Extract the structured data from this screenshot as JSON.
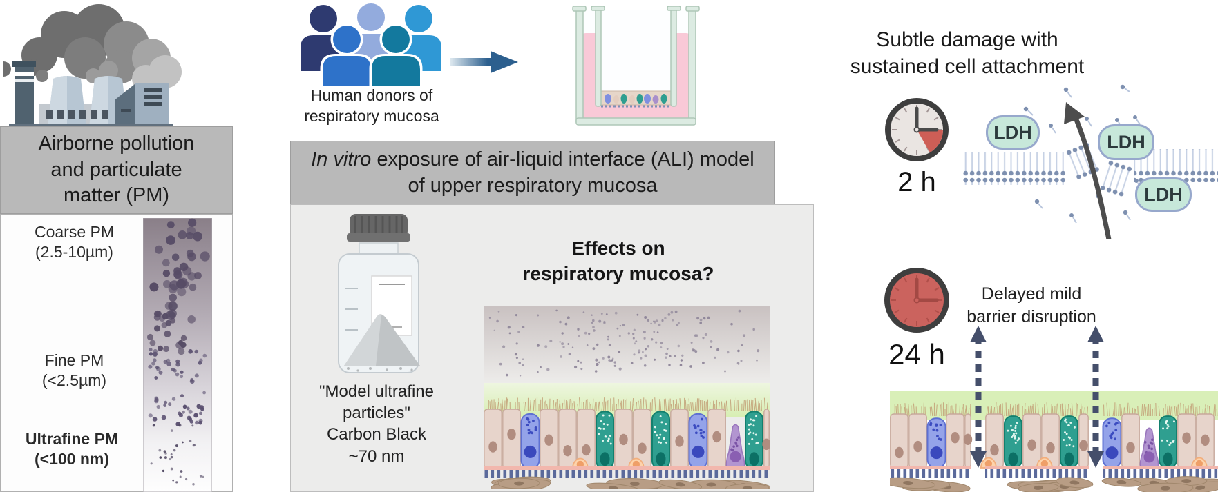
{
  "left_panel": {
    "header_lines": [
      "Airborne pollution",
      "and particulate",
      "matter (PM)"
    ],
    "coarse_lines": [
      "Coarse PM",
      "(2.5-10µm)"
    ],
    "fine_lines": [
      "Fine PM",
      "(<2.5µm)"
    ],
    "ultrafine_lines": [
      "Ultrafine PM",
      "(<100 nm)"
    ]
  },
  "middle_panel": {
    "donors_lines": [
      "Human donors of",
      "respiratory mucosa"
    ],
    "header": {
      "italic": "In vitro",
      "rest": " exposure of air-liquid interface (ALI) model of upper respiratory mucosa"
    },
    "bottle_lines": [
      "\"Model ultrafine",
      "particles\"",
      "Carbon Black",
      "~70 nm"
    ],
    "effects_lines": [
      "Effects on",
      "respiratory mucosa?"
    ]
  },
  "right_panel": {
    "title_lines": [
      "Subtle damage with",
      "sustained cell attachment"
    ],
    "two_hour": {
      "time_label": "2 h",
      "ldh_labels": [
        "LDH",
        "LDH",
        "LDH"
      ]
    },
    "twentyfour_hour": {
      "time_label": "24 h",
      "caption_lines": [
        "Delayed mild",
        "barrier disruption"
      ]
    }
  },
  "colors": {
    "header_bar": "#b9b9b9",
    "panel_bg": "#ececeb",
    "clock_red": "#ce5e56",
    "ldh_fill": "#c7e8da",
    "ldh_border": "#97a8cc",
    "mucus_green": "#d9efb8",
    "membrane_blue": "#5b6a9b",
    "arrow_navy": "#2c5f8e",
    "particle_purple": "#574c66"
  }
}
